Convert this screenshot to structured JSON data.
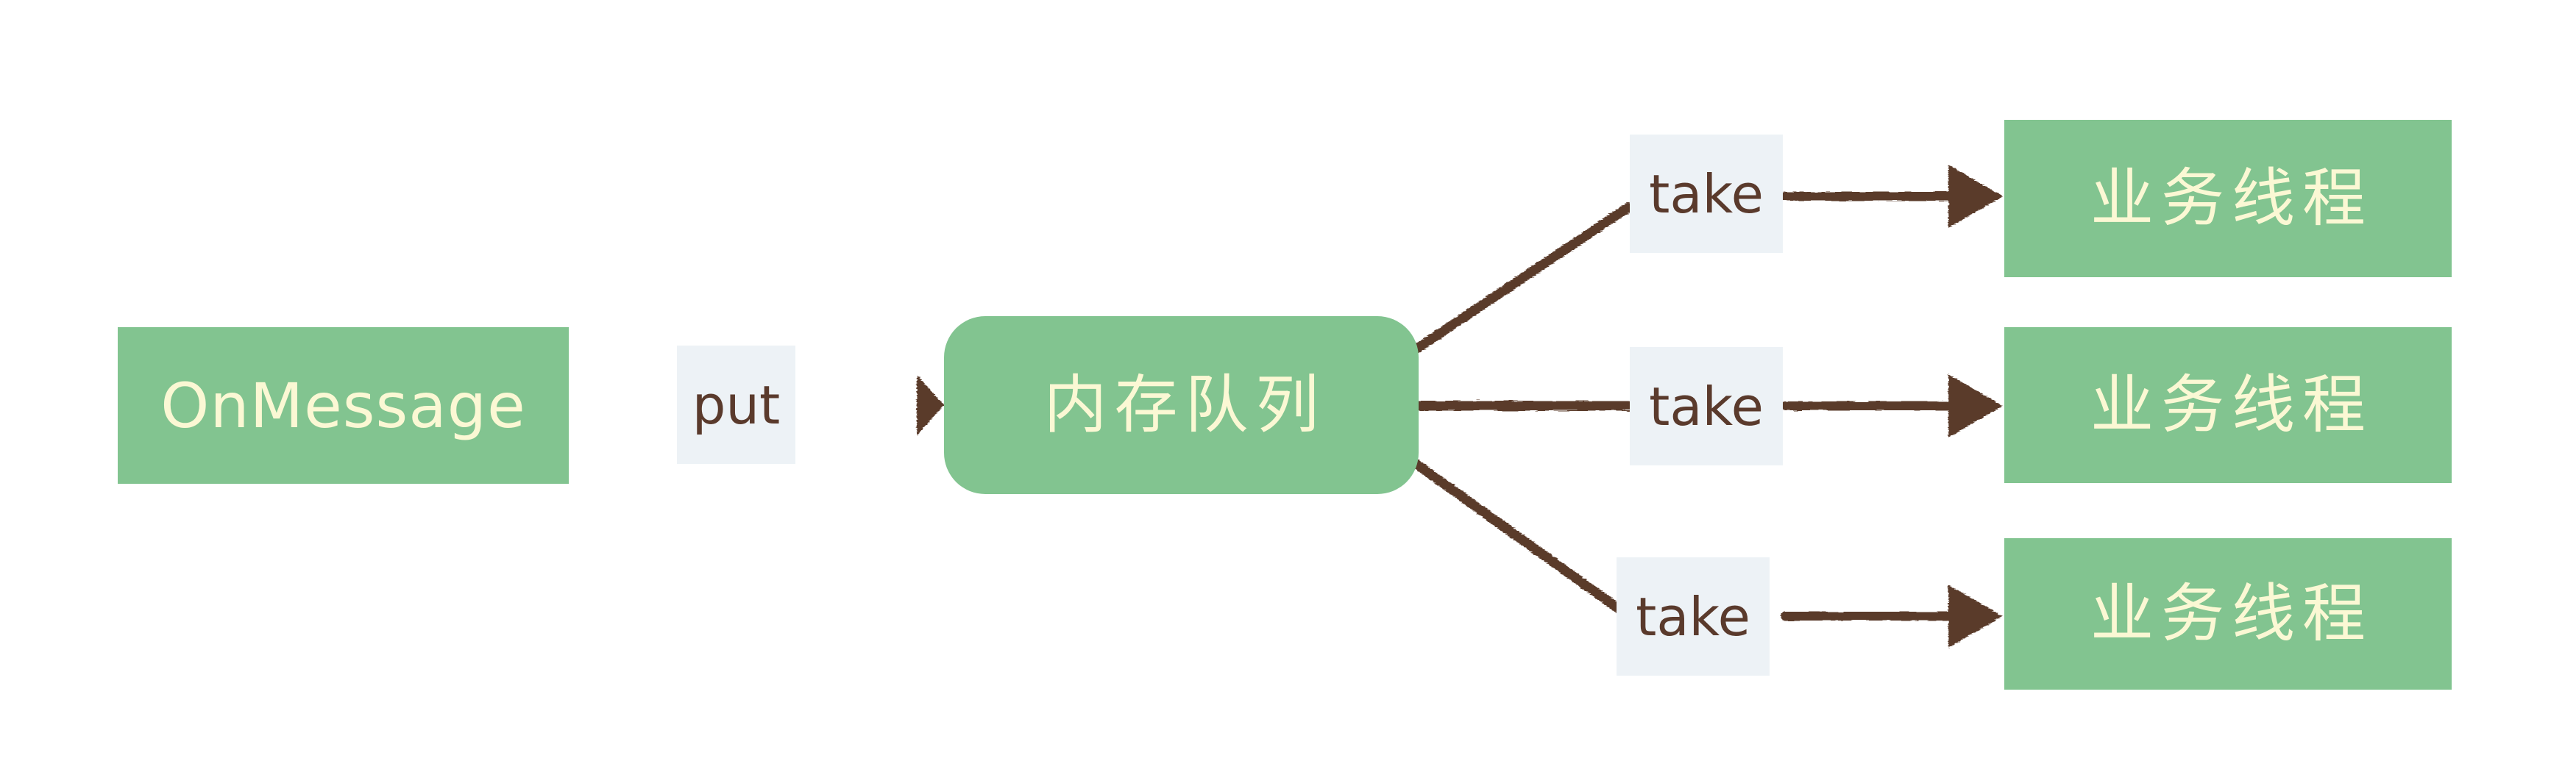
{
  "diagram": {
    "title": "Memory queue producer-consumer diagram",
    "background_color": "#ffffff",
    "node_fill_color": "#82c490",
    "node_text_color": "#fbf8d4",
    "chip_fill_color": "#edf2f6",
    "chip_text_color": "#5a3a2c",
    "stroke_color": "#5a3a2c"
  },
  "nodes": {
    "source": {
      "label": "OnMessage",
      "shape": "rectangle"
    },
    "queue": {
      "label": "内存队列",
      "shape": "rounded-rectangle"
    },
    "consumers": [
      {
        "label": "业务线程",
        "shape": "rectangle"
      },
      {
        "label": "业务线程",
        "shape": "rectangle"
      },
      {
        "label": "业务线程",
        "shape": "rectangle"
      }
    ]
  },
  "edge_labels": {
    "put": "put",
    "take_1": "take",
    "take_2": "take",
    "take_3": "take"
  },
  "edges": [
    {
      "from": "OnMessage",
      "to": "内存队列",
      "label": "put",
      "arrow": true
    },
    {
      "from": "内存队列",
      "to": "业务线程",
      "label": "take",
      "arrow": true
    },
    {
      "from": "内存队列",
      "to": "业务线程",
      "label": "take",
      "arrow": true
    },
    {
      "from": "内存队列",
      "to": "业务线程",
      "label": "take",
      "arrow": true
    }
  ]
}
